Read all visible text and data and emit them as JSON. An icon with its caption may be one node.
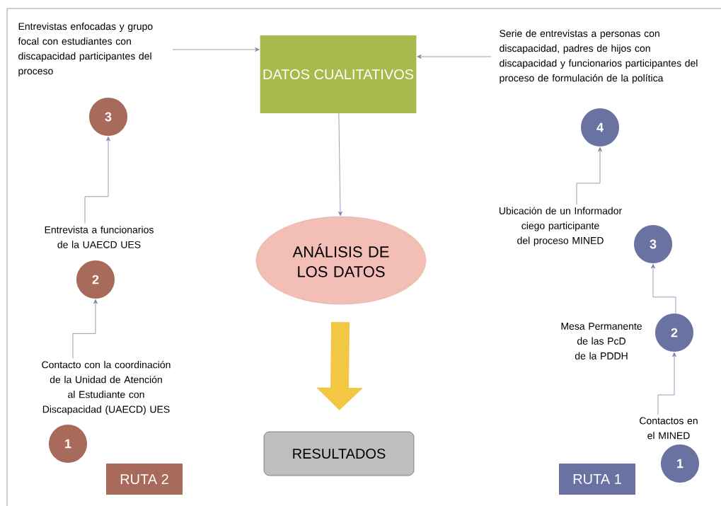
{
  "diagram": {
    "nodes": [
      {
        "text": [
          "DATOS CUALITATIVOS"
        ]
      },
      {
        "text": [
          "ANÁLISIS DE LOS DATOS"
        ]
      },
      {
        "text": [
          "RESULTADOS"
        ]
      },
      {
        "text": [
          "Entrevistas enfocadas  y grupo focal con estudiantes con discapacidad participantes del proceso"
        ]
      },
      {
        "text": [
          "3"
        ]
      },
      {
        "text": [
          "Entrevista a funcionarios de la UAECD UES"
        ]
      },
      {
        "text": [
          "2"
        ]
      },
      {
        "text": [
          "Contacto con la coordinación de la Unidad de Atención al Estudiante con Discapacidad  (UAECD) UES"
        ]
      },
      {
        "text": [
          "1"
        ]
      },
      {
        "text": [
          "RUTA 2"
        ]
      },
      {
        "text": [
          "Serie de entrevistas a personas con discapacidad, padres de hijos con discapacidad y funcionarios participantes del proceso de formulación de la política"
        ]
      },
      {
        "text": [
          "4"
        ]
      },
      {
        "text": [
          "Ubicación de un Informador ciego participante del proceso MINED"
        ]
      },
      {
        "text": [
          "3"
        ]
      },
      {
        "text": [
          "Mesa Permanente de las PcD de la PDDH"
        ]
      },
      {
        "text": [
          "2"
        ]
      },
      {
        "text": [
          "Contactos en el MINED"
        ]
      },
      {
        "text": [
          "1"
        ]
      },
      {
        "text": [
          "RUTA 1"
        ]
      }
    ],
    "edges": [
      {
        "from": 3,
        "to": 0,
        "arrow": "to"
      },
      {
        "from": 10,
        "to": 0,
        "arrow": "to"
      },
      {
        "from": 0,
        "to": 1,
        "arrow": "to"
      },
      {
        "from": 1,
        "to": 2,
        "arrow": "to",
        "style": "thick",
        "color": "#f2c744"
      },
      {
        "from": 5,
        "to": 4,
        "arrow": "to"
      },
      {
        "from": 7,
        "to": 6,
        "arrow": "to"
      },
      {
        "from": 12,
        "to": 11,
        "arrow": "to"
      },
      {
        "from": 15,
        "to": 13,
        "arrow": "to"
      },
      {
        "from": 16,
        "to": 15,
        "arrow": "to"
      }
    ]
  }
}
